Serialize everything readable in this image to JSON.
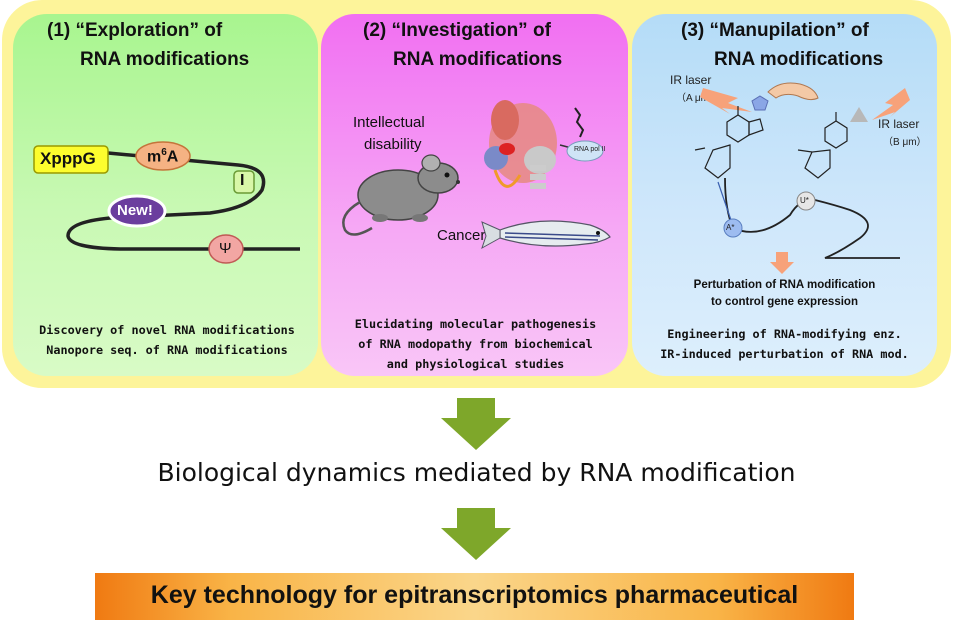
{
  "panel1": {
    "title_line1": "(1)  “Exploration” of",
    "title_line2": "RNA modifications",
    "labels": {
      "xpppg": "XpppG",
      "m6a_base": "m",
      "m6a_sup": "6",
      "m6a_a": "A",
      "i": "I",
      "new": "New!",
      "psi": "Ψ"
    },
    "desc_line1": "Discovery of novel RNA modifications",
    "desc_line2": "Nanopore seq. of RNA modifications"
  },
  "panel2": {
    "title_line1": "(2) “Investigation” of",
    "title_line2": "RNA modifications",
    "intellectual_line1": "Intellectual",
    "intellectual_line2": "disability",
    "cancer": "Cancer",
    "rna_pol": "RNA pol II",
    "desc_line1": "Elucidating molecular pathogenesis",
    "desc_line2": "of RNA modopathy from biochemical",
    "desc_line3": "and physiological studies"
  },
  "panel3": {
    "title_line1": "(3) “Manupilation” of",
    "title_line2": "RNA modifications",
    "ir_laser_a": "IR laser",
    "ir_laser_a_unit": "（A μm）",
    "ir_laser_b": "IR laser",
    "ir_laser_b_unit": "（B μm）",
    "a_star": "A*",
    "u_star": "U*",
    "perturb_line1": "Perturbation of RNA modification",
    "perturb_line2": "to control gene expression",
    "desc_line1": "Engineering of RNA-modifying enz.",
    "desc_line2": "IR-induced perturbation of RNA mod."
  },
  "middle_text": "Biological dynamics mediated by RNA modification",
  "banner_text": "Key technology for epitranscriptomics pharmaceutical",
  "colors": {
    "outer": "#fdf49a",
    "panel1": "#a8f58f",
    "panel2": "#f16ff2",
    "panel3": "#b4dcf7",
    "arrow": "#7ea72a",
    "banner": "#f9b447"
  }
}
